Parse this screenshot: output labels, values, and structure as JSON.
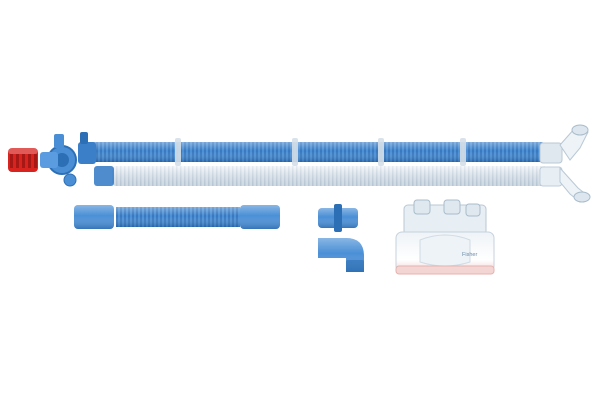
{
  "image": {
    "kind": "product photo",
    "subject_parts": [
      "breathing-circuit-tube-blue",
      "breathing-circuit-tube-clear",
      "red-cap",
      "y-piece-connector",
      "extension-tube",
      "straight-connector",
      "elbow-connector",
      "water-trap-chamber"
    ]
  },
  "colors": {
    "background": "#ffffff",
    "blue_tube": "#4a8fd6",
    "blue_tube_dark": "#2d6fb5",
    "clear_tube": "#dfe8ef",
    "clear_tube_rib": "#c7d4df",
    "red_cap": "#d9231f",
    "chamber_base": "#f3d5d3"
  },
  "chamber_label": "Fisher"
}
